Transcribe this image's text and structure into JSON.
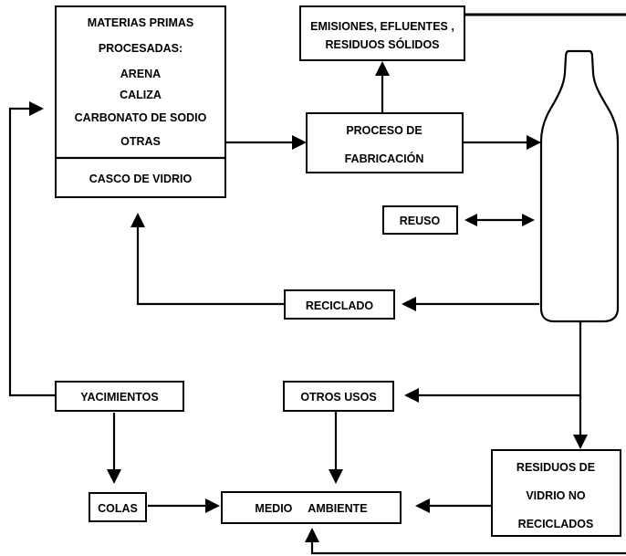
{
  "raw_materials": {
    "lines": [
      "MATERIAS PRIMAS",
      "PROCESADAS:",
      "ARENA",
      "CALIZA",
      "CARBONATO DE SODIO",
      "OTRAS"
    ],
    "cullet": "CASCO DE VIDRIO"
  },
  "emissions": {
    "lines": [
      "EMISIONES, EFLUENTES ,",
      "RESIDUOS SÓLIDOS"
    ]
  },
  "process": {
    "lines": [
      "PROCESO DE",
      "FABRICACIÓN"
    ]
  },
  "reuse": "REUSO",
  "recycling": "RECICLADO",
  "deposits": "YACIMIENTOS",
  "other_uses": "OTROS USOS",
  "tailings": "COLAS",
  "environment": "MEDIO     AMBIENTE",
  "non_recycled": {
    "lines": [
      "RESIDUOS DE",
      "VIDRIO NO",
      "RECICLADOS"
    ]
  },
  "icons": {
    "bottle": "glass-bottle-icon"
  }
}
